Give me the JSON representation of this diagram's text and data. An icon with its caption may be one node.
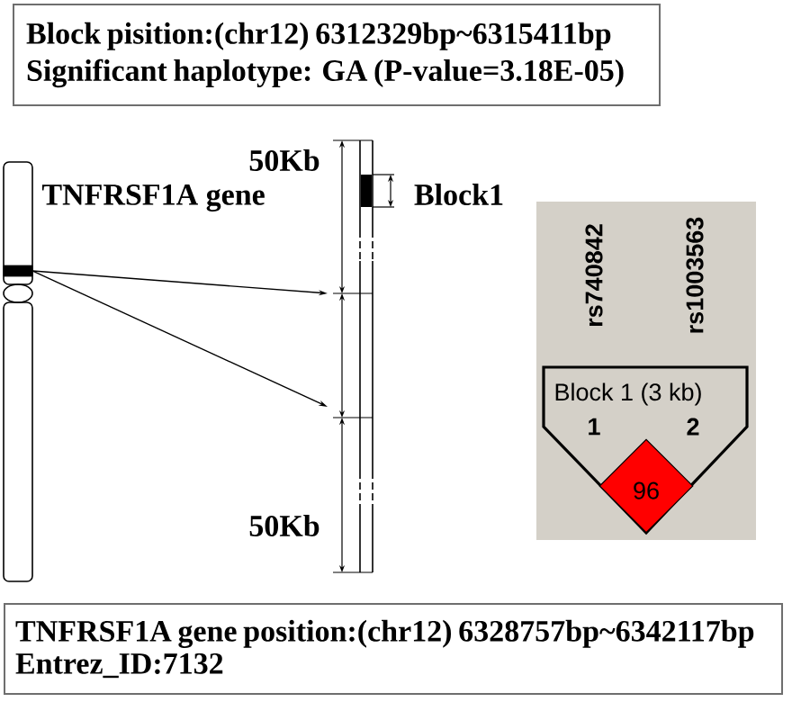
{
  "diagram": {
    "nodes": [
      {
        "text": [
          "Block pisition:(chr12) 6312329bp~6315411bp",
          "Significant haplotype: GA (P-value=3.18E-05)"
        ]
      },
      {
        "text": [],
        "shape": "bar",
        "beside": [
          "TNFRSF1A gene"
        ]
      },
      {
        "text": [
          "Block 1 (3 kb)"
        ]
      },
      {
        "text": [
          "96"
        ],
        "in": 2
      },
      {
        "text": [
          "TNFRSF1A gene position:(chr12) 6328757bp~6342117bp",
          "Entrez_ID:7132"
        ]
      }
    ],
    "edges": [
      {
        "from": 1,
        "to": null,
        "arrow": "to"
      },
      {
        "from": 1,
        "to": null,
        "arrow": "to"
      }
    ],
    "labels": [
      "50Kb",
      "Block1",
      "50Kb",
      "rs740842",
      "rs1003563",
      "1",
      "2"
    ]
  }
}
